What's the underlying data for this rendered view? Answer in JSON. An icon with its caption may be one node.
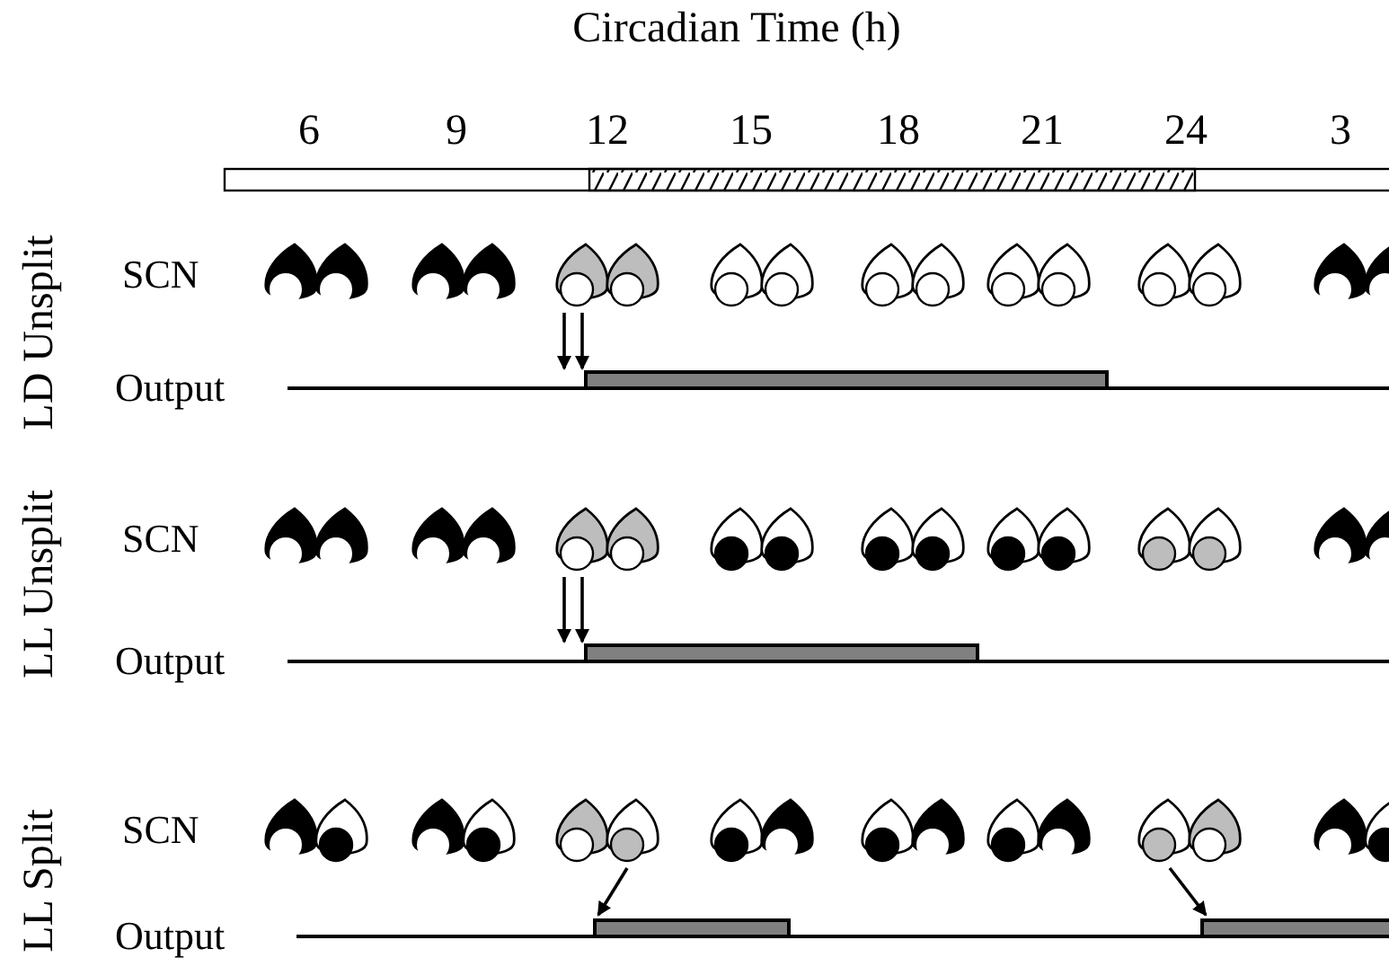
{
  "diagram": {
    "title": "Circadian Time (h)",
    "nodes": [
      {
        "text": [],
        "shape": "drop"
      },
      {
        "text": [],
        "shape": "drop"
      },
      {
        "text": [],
        "shape": "drop"
      },
      {
        "text": [],
        "shape": "drop"
      },
      {
        "text": [],
        "shape": "drop"
      },
      {
        "text": [],
        "shape": "drop"
      },
      {
        "text": [],
        "shape": "drop"
      },
      {
        "text": [],
        "shape": "drop"
      },
      {
        "text": [],
        "shape": "bar"
      },
      {
        "text": [],
        "shape": "drop"
      },
      {
        "text": [],
        "shape": "drop"
      },
      {
        "text": [],
        "shape": "drop"
      },
      {
        "text": [],
        "shape": "drop"
      },
      {
        "text": [],
        "shape": "drop"
      },
      {
        "text": [],
        "shape": "drop"
      },
      {
        "text": [],
        "shape": "drop"
      },
      {
        "text": [],
        "shape": "drop"
      },
      {
        "text": [],
        "shape": "bar"
      },
      {
        "text": [],
        "shape": "drop"
      },
      {
        "text": [],
        "shape": "drop"
      },
      {
        "text": [],
        "shape": "drop"
      },
      {
        "text": [],
        "shape": "drop"
      },
      {
        "text": [],
        "shape": "drop"
      },
      {
        "text": [],
        "shape": "drop"
      },
      {
        "text": [],
        "shape": "drop"
      },
      {
        "text": [],
        "shape": "drop"
      },
      {
        "text": [],
        "shape": "bar"
      },
      {
        "text": [],
        "shape": "bar"
      }
    ],
    "edges": [
      {
        "from": 2,
        "to": 8,
        "arrow": "to"
      },
      {
        "from": 2,
        "to": 8,
        "arrow": "to"
      },
      {
        "from": 11,
        "to": 17,
        "arrow": "to"
      },
      {
        "from": 11,
        "to": 17,
        "arrow": "to"
      },
      {
        "from": 20,
        "to": 26,
        "arrow": "to"
      },
      {
        "from": 24,
        "to": 27,
        "arrow": "to"
      }
    ],
    "labels": [
      "6",
      "9",
      "12",
      "15",
      "18",
      "21",
      "24",
      "3",
      "LD Unsplit",
      "SCN",
      "Output",
      "LL Unsplit",
      "SCN",
      "Output",
      "LL Split",
      "SCN",
      "Output"
    ]
  }
}
